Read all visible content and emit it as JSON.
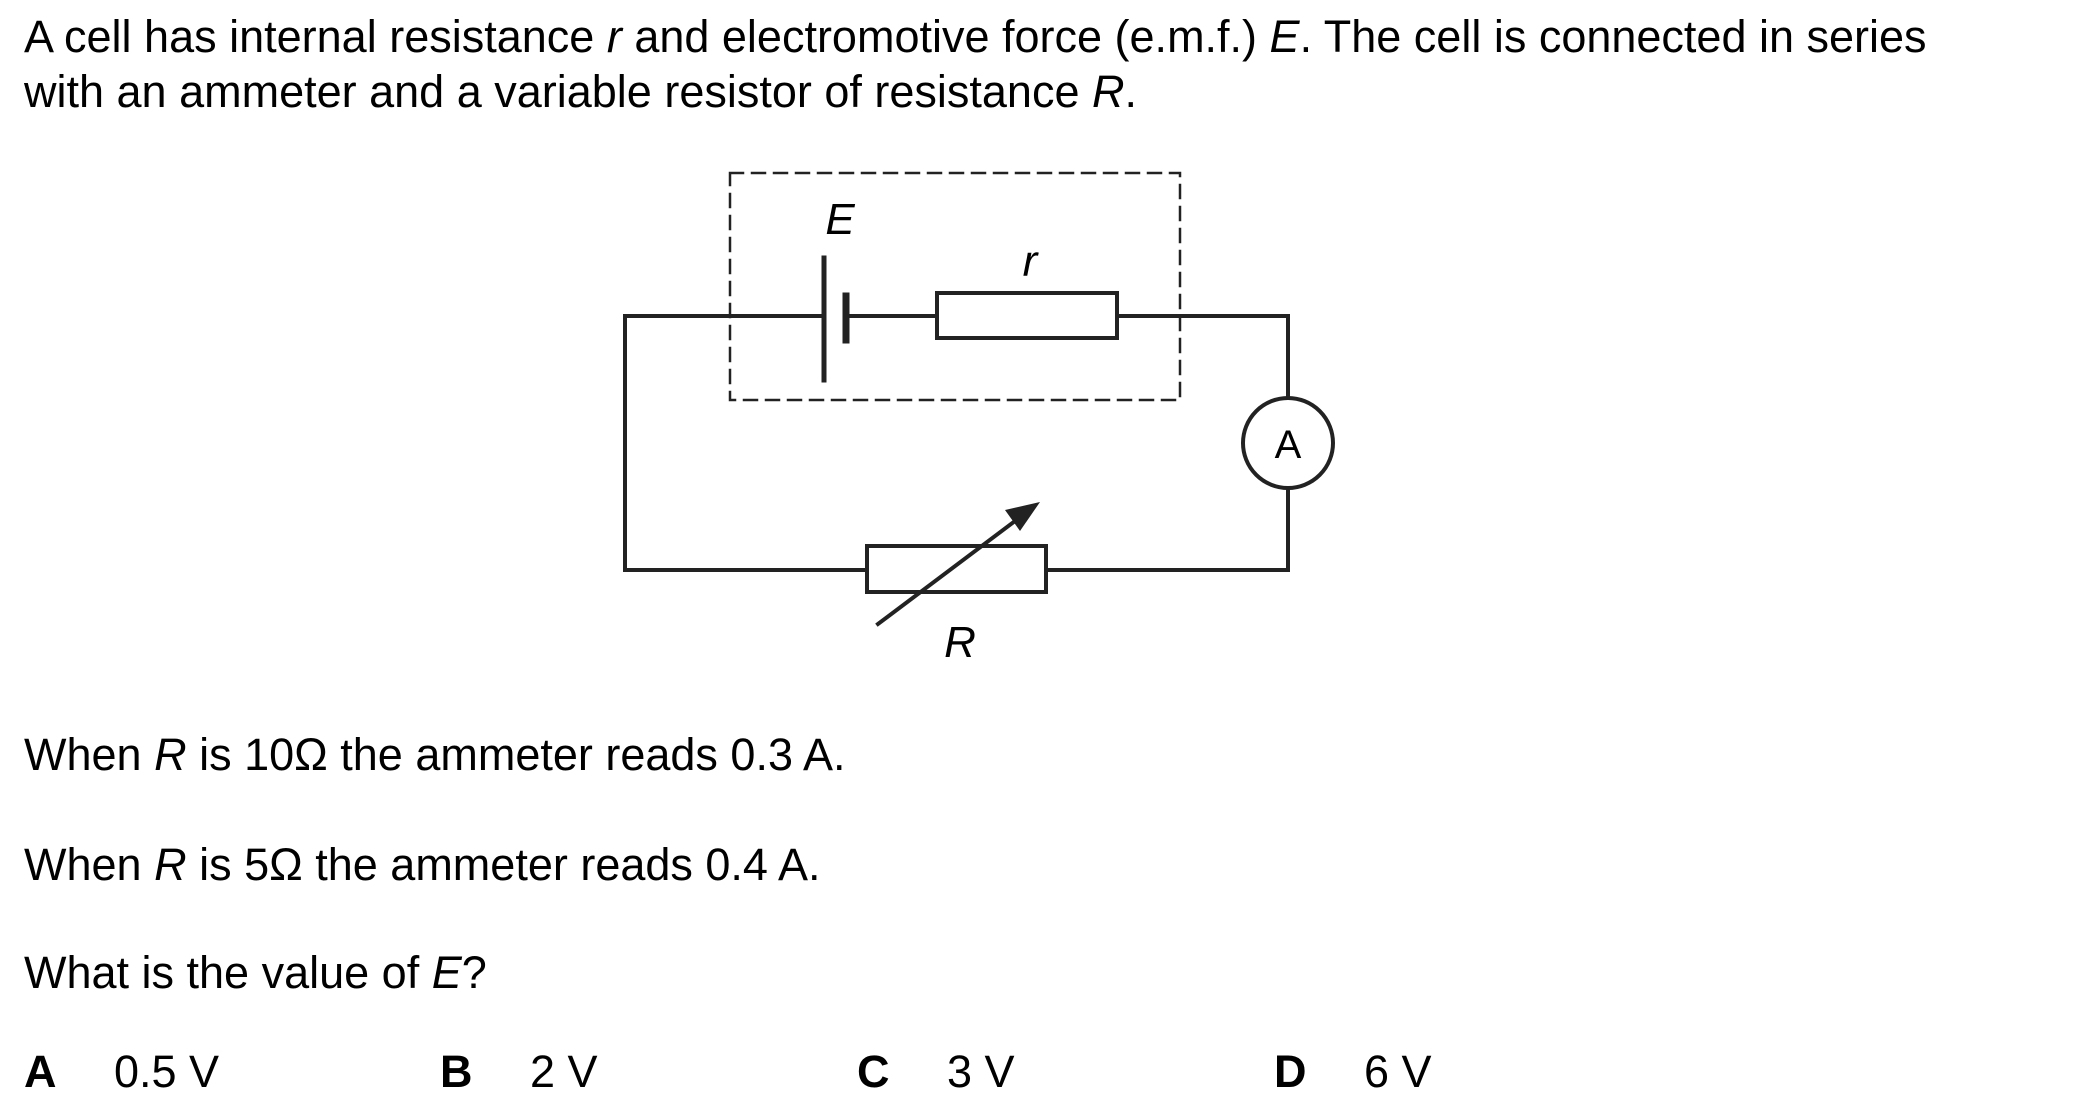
{
  "question": {
    "intro": {
      "line1": {
        "p1": "A cell has internal resistance ",
        "r": "r",
        "p2": " and electromotive force (e.m.f.) ",
        "E": "E",
        "p3": ". The cell is connected in series"
      },
      "line2": {
        "p1": "with an ammeter and a variable resistor of resistance ",
        "R": "R",
        "p2": "."
      }
    },
    "circuit": {
      "emf_label": "E",
      "internal_resistance_label": "r",
      "variable_resistor_label": "R",
      "ammeter_label": "A"
    },
    "condition1": {
      "p1": "When ",
      "R": "R",
      "p2": " is 10Ω the ammeter reads 0.3 A."
    },
    "condition2": {
      "p1": "When ",
      "R": "R",
      "p2": " is 5Ω the ammeter reads 0.4 A."
    },
    "prompt": {
      "p1": "What is the value of ",
      "E": "E",
      "p2": "?"
    },
    "options": [
      {
        "letter": "A",
        "value": "0.5 V"
      },
      {
        "letter": "B",
        "value": "2 V"
      },
      {
        "letter": "C",
        "value": "3 V"
      },
      {
        "letter": "D",
        "value": "6 V"
      }
    ]
  }
}
